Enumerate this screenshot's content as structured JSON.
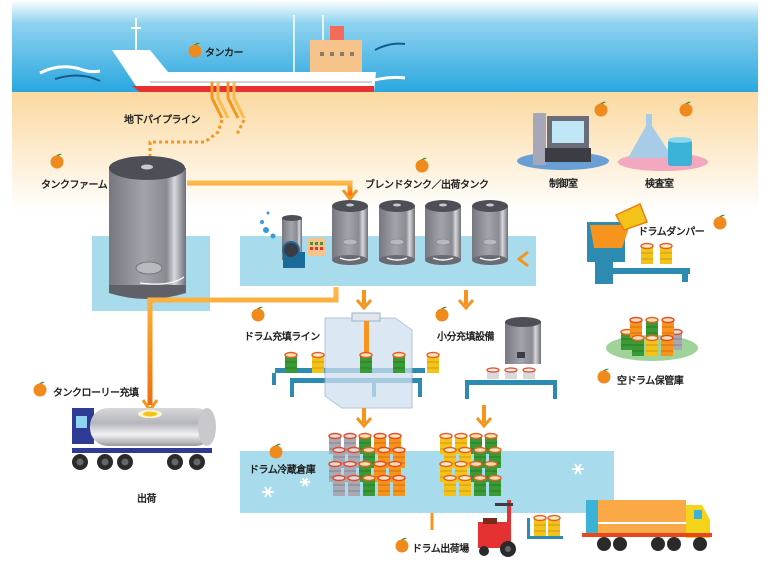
{
  "diagram": {
    "title": "ドラム充填・出荷工程フロー",
    "colors": {
      "sky": "#3fb3e3",
      "ground": "#fbe3b8",
      "pool": "#a8dcec",
      "pipe": "#f7941d",
      "tank": "#8c8c94",
      "orange_marker": "#f08a1c"
    },
    "labels": {
      "tanker": "タンカー",
      "underground_pipeline": "地下パイプライン",
      "tank_farm": "タンクファーム",
      "blend_tank": "ブレンドタンク／出荷タンク",
      "control_room": "制御室",
      "inspection_room": "検査室",
      "drum_dumper": "ドラムダンパー",
      "drum_filling_line": "ドラム充填ライン",
      "small_filling": "小分充填設備",
      "empty_drum_storage": "空ドラム保管庫",
      "tank_lorry_filling": "タンクローリー充填",
      "shipping": "出荷",
      "drum_cold_storage": "ドラム冷蔵倉庫",
      "drum_shipping_area": "ドラム出荷場"
    }
  }
}
